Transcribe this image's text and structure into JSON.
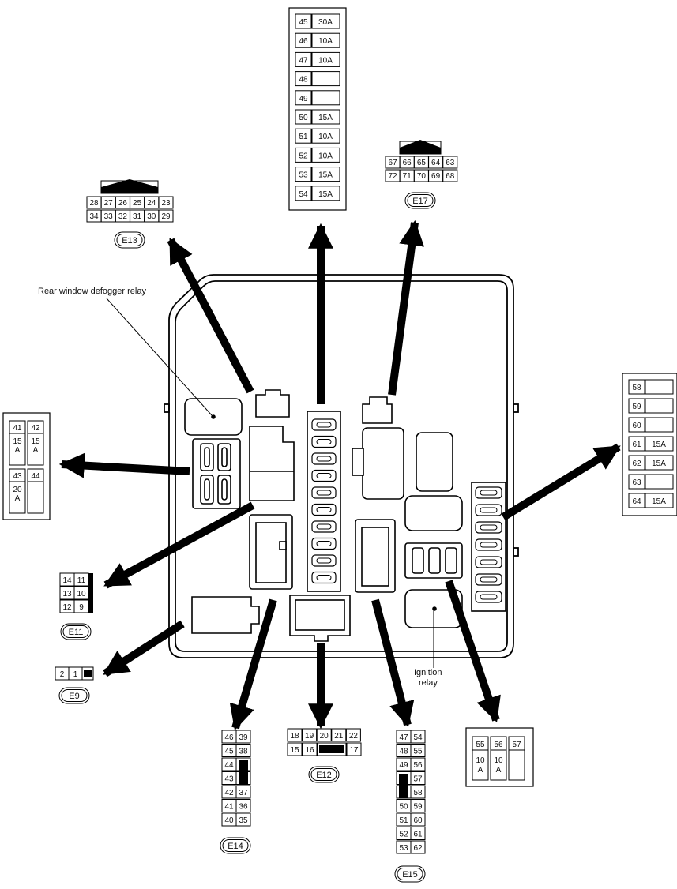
{
  "labels": {
    "rear_defogger": "Rear window defogger relay",
    "ignition_line1": "Ignition",
    "ignition_line2": "relay"
  },
  "connectors": {
    "e13": {
      "name": "E13",
      "top": [
        "28",
        "27",
        "26",
        "25",
        "24",
        "23"
      ],
      "bottom": [
        "34",
        "33",
        "32",
        "31",
        "30",
        "29"
      ]
    },
    "e17": {
      "name": "E17",
      "top": [
        "67",
        "66",
        "65",
        "64",
        "63"
      ],
      "bottom": [
        "72",
        "71",
        "70",
        "69",
        "68"
      ]
    },
    "e11": {
      "name": "E11",
      "rows": [
        [
          "14",
          "11"
        ],
        [
          "13",
          "10"
        ],
        [
          "12",
          "9"
        ]
      ]
    },
    "e9": {
      "name": "E9",
      "pins": [
        "2",
        "1"
      ]
    },
    "e12": {
      "name": "E12",
      "top": [
        "18",
        "19",
        "20",
        "21",
        "22"
      ],
      "bottom": [
        "15",
        "16",
        "17"
      ]
    },
    "e14": {
      "name": "E14",
      "rows": [
        [
          "46",
          "39"
        ],
        [
          "45",
          "38"
        ],
        [
          "44",
          ""
        ],
        [
          "43",
          ""
        ],
        [
          "42",
          "37"
        ],
        [
          "41",
          "36"
        ],
        [
          "40",
          "35"
        ]
      ]
    },
    "e15": {
      "name": "E15",
      "rows": [
        [
          "47",
          "54"
        ],
        [
          "48",
          "55"
        ],
        [
          "49",
          "56"
        ],
        [
          "",
          "57"
        ],
        [
          "",
          "58"
        ],
        [
          "50",
          "59"
        ],
        [
          "51",
          "60"
        ],
        [
          "52",
          "61"
        ],
        [
          "53",
          "62"
        ]
      ]
    }
  },
  "fuses": {
    "top": [
      {
        "num": "45",
        "amp": "30A"
      },
      {
        "num": "46",
        "amp": "10A"
      },
      {
        "num": "47",
        "amp": "10A"
      },
      {
        "num": "48",
        "amp": ""
      },
      {
        "num": "49",
        "amp": ""
      },
      {
        "num": "50",
        "amp": "15A"
      },
      {
        "num": "51",
        "amp": "10A"
      },
      {
        "num": "52",
        "amp": "10A"
      },
      {
        "num": "53",
        "amp": "15A"
      },
      {
        "num": "54",
        "amp": "15A"
      }
    ],
    "right": [
      {
        "num": "58",
        "amp": ""
      },
      {
        "num": "59",
        "amp": ""
      },
      {
        "num": "60",
        "amp": ""
      },
      {
        "num": "61",
        "amp": "15A"
      },
      {
        "num": "62",
        "amp": "15A"
      },
      {
        "num": "63",
        "amp": ""
      },
      {
        "num": "64",
        "amp": "15A"
      }
    ],
    "left": [
      {
        "num": "41",
        "amp1": "15",
        "amp2": "A"
      },
      {
        "num": "42",
        "amp1": "15",
        "amp2": "A"
      },
      {
        "num": "43",
        "amp1": "20",
        "amp2": "A"
      },
      {
        "num": "44",
        "amp1": "",
        "amp2": ""
      }
    ],
    "bottom_right": [
      {
        "num": "55",
        "amp1": "10",
        "amp2": "A"
      },
      {
        "num": "56",
        "amp1": "10",
        "amp2": "A"
      },
      {
        "num": "57",
        "amp1": "",
        "amp2": ""
      }
    ]
  }
}
